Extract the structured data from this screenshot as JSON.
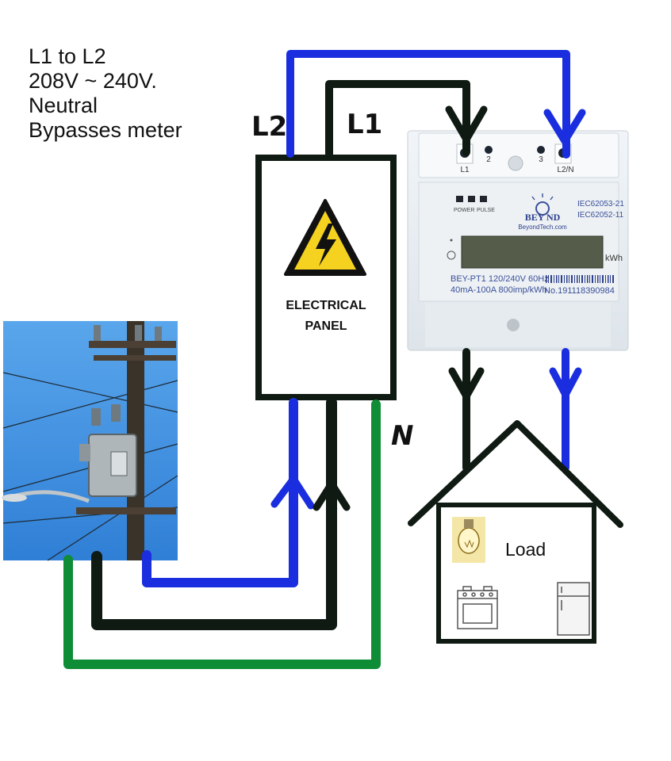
{
  "notes": {
    "line1": "L1 to L2",
    "line2": "208V ~ 240V.",
    "line3": "Neutral",
    "line4": "Bypasses meter"
  },
  "wire_labels": {
    "l2": "L2",
    "l1": "L1",
    "neutral": "N"
  },
  "panel": {
    "line1": "ELECTRICAL",
    "line2": "PANEL"
  },
  "meter": {
    "terminal_l1": "L1",
    "terminal_2": "2",
    "terminal_3": "3",
    "terminal_l2n": "L2/N",
    "indicator_power": "POWER",
    "indicator_pulse": "PULSE",
    "brand": "BEY ND",
    "website": "BeyondTech.com",
    "standard_1": "IEC62053-21",
    "standard_2": "IEC62052-11",
    "unit": "kWh",
    "model": "BEY-PT1 120/240V  60Hz",
    "rating": "40mA-100A 800imp/kWh",
    "serial": "No.191118390984"
  },
  "house": {
    "label": "Load"
  },
  "colors": {
    "l1_wire": "#0f1a12",
    "l2_wire": "#1a2ee0",
    "neutral_wire": "#0f8c36",
    "sky": "#3a8ee0"
  }
}
